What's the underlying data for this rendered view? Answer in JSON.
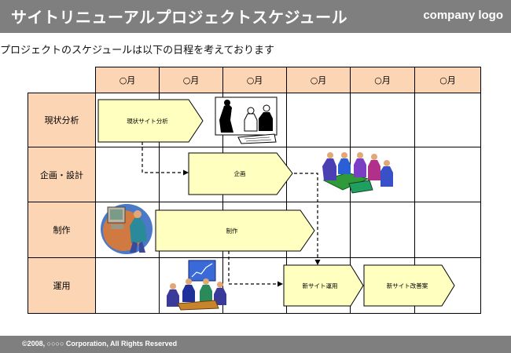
{
  "header": {
    "title": "サイトリニューアルプロジェクトスケジュール",
    "logo": "company logo"
  },
  "subtitle": "プロジェクトのスケジュールは以下の日程を考えております",
  "months": [
    "○月",
    "○月",
    "○月",
    "○月",
    "○月",
    "○月"
  ],
  "phases": [
    "現状分析",
    "企画・設計",
    "制作",
    "運用"
  ],
  "tasks": {
    "analysis": "現状サイト分析",
    "planning": "企画",
    "production": "制作",
    "operation": "新サイト運用",
    "improvement": "新サイト改善案"
  },
  "footer": "©2008, ○○○○ Corporation, All Rights Reserved",
  "colors": {
    "bar_gray": "#7f7f7f",
    "header_cell": "#fcd5b4",
    "task_fill": "#ffffc0"
  }
}
